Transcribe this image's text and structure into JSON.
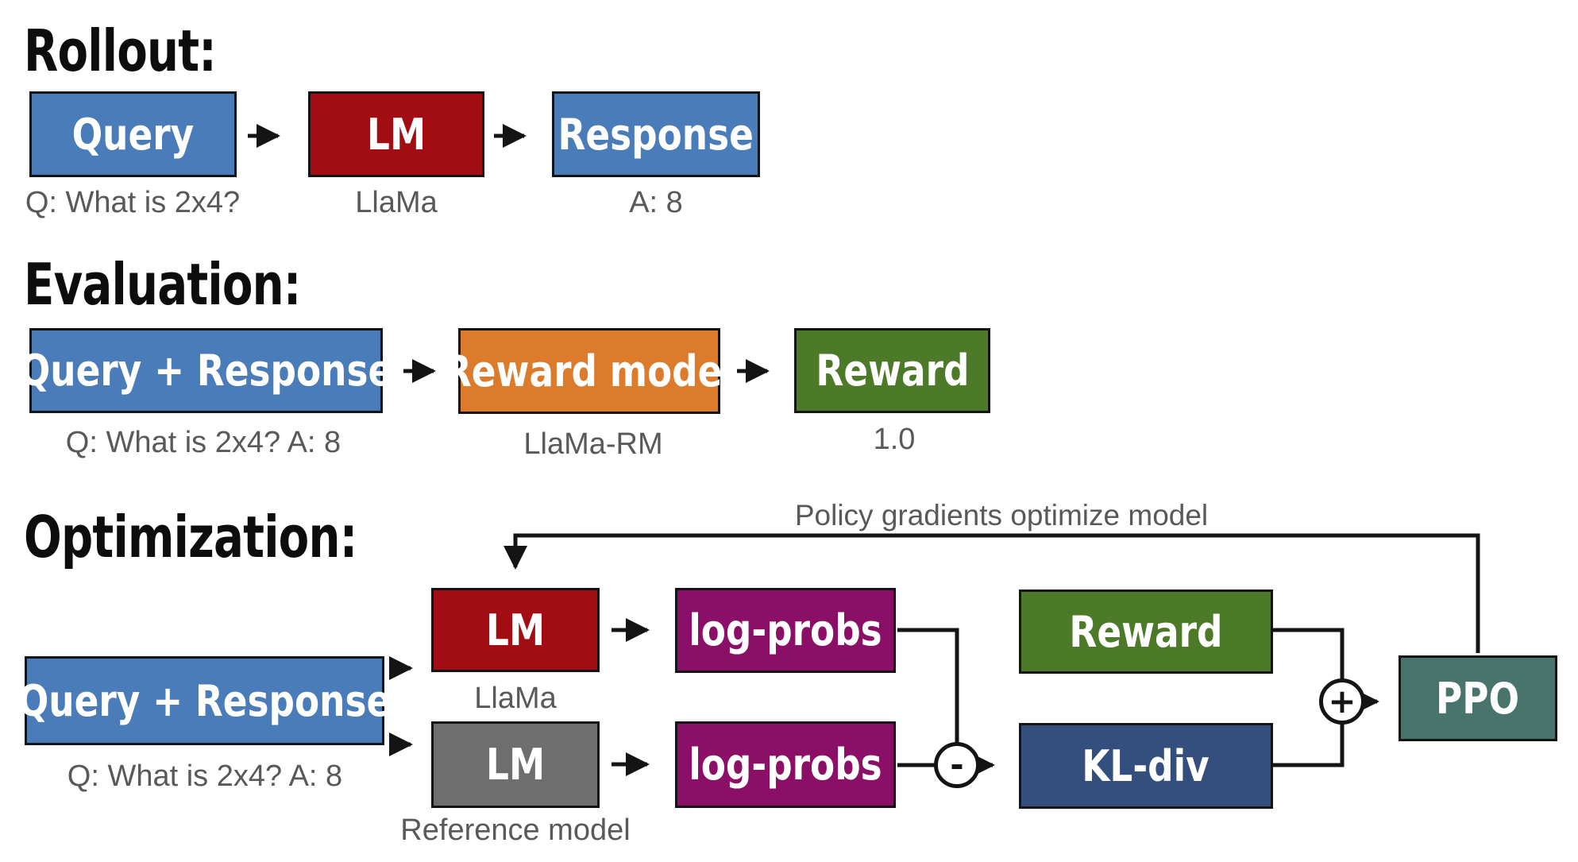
{
  "diagram": {
    "rollout": {
      "title": "Rollout:",
      "query": "Query",
      "lm": "LM",
      "response": "Response",
      "query_caption": "Q: What is 2x4?",
      "lm_caption": "LlaMa",
      "response_caption": "A: 8"
    },
    "evaluation": {
      "title": "Evaluation:",
      "query_response": "Query + Response",
      "reward_model": "Reward model",
      "reward": "Reward",
      "query_response_caption": "Q: What is 2x4? A: 8",
      "reward_model_caption": "LlaMa-RM",
      "reward_caption": "1.0"
    },
    "optimization": {
      "title": "Optimization:",
      "annotation": "Policy gradients optimize model",
      "query_response": "Query + Response",
      "query_response_caption": "Q: What is 2x4? A: 8",
      "lm_policy": "LM",
      "lm_policy_caption": "LlaMa",
      "lm_reference": "LM",
      "lm_reference_caption": "Reference model",
      "log_probs_policy": "log-probs",
      "log_probs_reference": "log-probs",
      "reward": "Reward",
      "kl_div": "KL-div",
      "ppo": "PPO",
      "minus_operator": "-",
      "plus_operator": "+"
    },
    "colors": {
      "box_blue": "#4A7CBA",
      "box_red": "#A20D14",
      "box_orange": "#DB7B2B",
      "box_green": "#4C7A28",
      "box_magenta": "#8B0F67",
      "box_gray": "#6E6E6E",
      "box_navy": "#344E7D",
      "box_teal": "#48746B",
      "caption_gray": "#595959",
      "line_black": "#141414"
    }
  }
}
